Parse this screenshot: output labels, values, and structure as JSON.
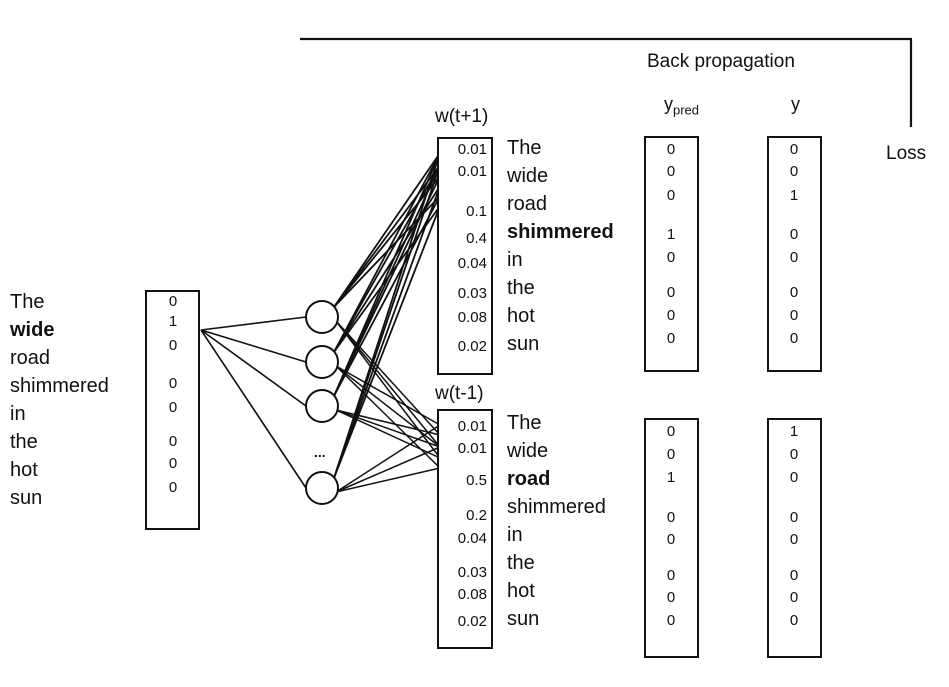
{
  "sentence": [
    "The",
    "wide",
    "road",
    "shimmered",
    "in",
    "the",
    "hot",
    "sun"
  ],
  "input": {
    "bold_index": 1,
    "vector": [
      "0",
      "1",
      "0",
      "0",
      "0",
      "0",
      "0",
      "0"
    ]
  },
  "hidden": {
    "ellipsis": "..."
  },
  "output_next": {
    "label": "w(t+1)",
    "bold_index": 3,
    "probabilities": [
      "0.01",
      "0.01",
      "0.1",
      "0.4",
      "0.04",
      "0.03",
      "0.08",
      "0.02"
    ],
    "y_pred": [
      "0",
      "0",
      "0",
      "1",
      "0",
      "0",
      "0",
      "0"
    ],
    "y": [
      "0",
      "0",
      "1",
      "0",
      "0",
      "0",
      "0",
      "0"
    ]
  },
  "output_prev": {
    "label": "w(t-1)",
    "bold_index": 2,
    "probabilities": [
      "0.01",
      "0.01",
      "0.5",
      "0.2",
      "0.04",
      "0.03",
      "0.08",
      "0.02"
    ],
    "y_pred": [
      "0",
      "0",
      "1",
      "0",
      "0",
      "0",
      "0",
      "0"
    ],
    "y": [
      "1",
      "0",
      "0",
      "0",
      "0",
      "0",
      "0",
      "0"
    ]
  },
  "headers": {
    "backprop": "Back propagation",
    "y_pred_base": "y",
    "y_pred_sub": "pred",
    "y": "y",
    "loss": "Loss"
  }
}
